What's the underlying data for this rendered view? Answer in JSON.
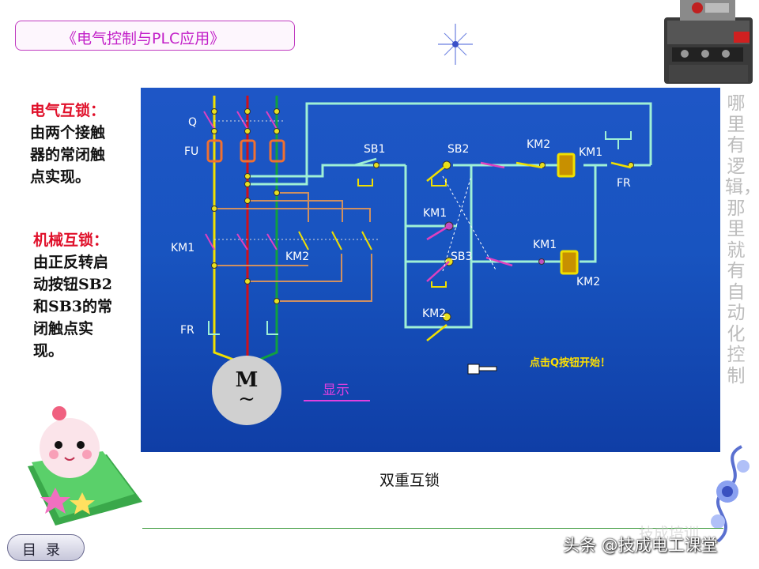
{
  "header": {
    "title": "《电气控制与PLC应用》"
  },
  "notes": {
    "electrical_head": "电气互锁：",
    "electrical_body": "由两个接触器的常闭触点实现。",
    "mechanical_head": "机械互锁：",
    "mechanical_body": "由正反转启动按钮SB2和SB3的常闭触点实现。"
  },
  "side_text": "哪里有逻辑，那里就有自动化控制",
  "diagram": {
    "labels": {
      "q": "Q",
      "fu": "FU",
      "km1_main": "KM1",
      "km2_main": "KM2",
      "fr_main": "FR",
      "sb1": "SB1",
      "sb2": "SB2",
      "sb3": "SB3",
      "km2_top": "KM2",
      "km1_coil": "KM1",
      "fr_ctrl": "FR",
      "km1_self": "KM1",
      "km1_bottom": "KM1",
      "km2_coil": "KM2",
      "km2_self": "KM2",
      "motor": "M",
      "motor_tilde": "~",
      "show": "显示",
      "hint": "点击Q按钮开始！"
    },
    "colors": {
      "phase_l1": "#f0e000",
      "phase_l2": "#d0101a",
      "phase_l3": "#10a040",
      "wire": "#9ff0d6",
      "coil": "#f0e000",
      "fuse": "#f07030"
    }
  },
  "caption": "双重互锁",
  "menu": {
    "label": "目录"
  },
  "watermark": {
    "text": "头条 @技成电工课堂",
    "faded": "技成培训"
  }
}
